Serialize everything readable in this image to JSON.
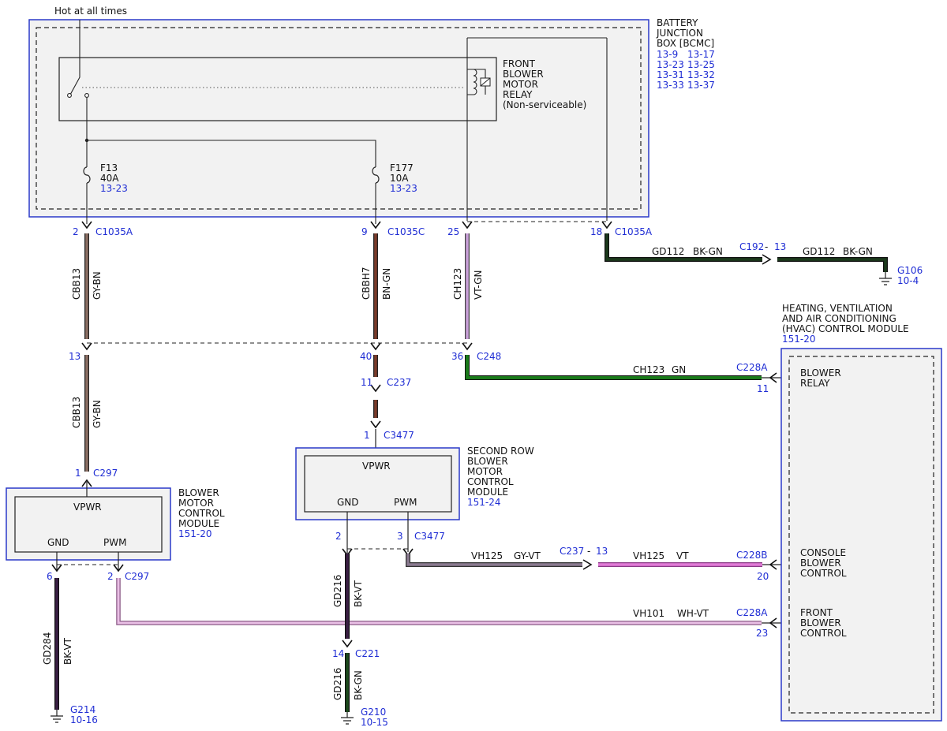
{
  "colors": {
    "blue_text": "#1f2dd4",
    "blue_border": "#2a39c9",
    "gray_fill": "#f2f2f2",
    "gy_bn": "#8b6e63",
    "bn_gn": "#7a3b2a",
    "vt_gn": "#c9a0d9",
    "gn": "#1a7a1a",
    "bk_gn": "#1c3a1c",
    "bk_vt": "#3a1f44",
    "gy_vt": "#8a7a90",
    "vt": "#e07ad6",
    "wh_vt": "#e9bfe5"
  },
  "source": {
    "hot": "Hot at all times"
  },
  "bjb": {
    "l1": "BATTERY",
    "l2": "JUNCTION",
    "l3": "BOX [BCMC]",
    "r1a": "13-9",
    "r1b": "13-17",
    "r2a": "13-23",
    "r2b": "13-25",
    "r3a": "13-31",
    "r3b": "13-32",
    "r4a": "13-33",
    "r4b": "13-37"
  },
  "relay": {
    "l1": "FRONT",
    "l2": "BLOWER",
    "l3": "MOTOR",
    "l4": "RELAY",
    "l5": "(Non-serviceable)"
  },
  "fuses": [
    {
      "name": "F13",
      "rating": "40A",
      "ref": "13-23"
    },
    {
      "name": "F177",
      "rating": "10A",
      "ref": "13-23"
    }
  ],
  "conn": {
    "c1035a_2": {
      "pin": "2",
      "name": "C1035A"
    },
    "c1035c_9": {
      "pin": "9",
      "name": "C1035C"
    },
    "c1035_25": {
      "pin": "25"
    },
    "c1035a_18": {
      "pin": "18",
      "name": "C1035A"
    },
    "c192": {
      "name": "C192",
      "pin": "13"
    },
    "c13": {
      "pin": "13"
    },
    "c40": {
      "pin": "40"
    },
    "c248": {
      "pin": "36",
      "name": "C248"
    },
    "c237": {
      "pin": "11",
      "name": "C237"
    },
    "c3477_1": {
      "pin": "1",
      "name": "C3477"
    },
    "c297_1": {
      "pin": "1",
      "name": "C297"
    },
    "c297_6": {
      "pin": "6"
    },
    "c297_2": {
      "pin": "2",
      "name": "C297"
    },
    "c3477_2": {
      "pin": "2"
    },
    "c3477_3": {
      "pin": "3",
      "name": "C3477"
    },
    "c221": {
      "pin": "14",
      "name": "C221"
    },
    "c237_13": {
      "name": "C237",
      "pin": "13"
    },
    "c228a_11": {
      "name": "C228A",
      "pin": "11"
    },
    "c228b_20": {
      "name": "C228B",
      "pin": "20"
    },
    "c228a_23": {
      "name": "C228A",
      "pin": "23"
    }
  },
  "wires": {
    "cbb13_top": {
      "circuit": "CBB13",
      "color": "GY-BN"
    },
    "cbb13_bot": {
      "circuit": "CBB13",
      "color": "GY-BN"
    },
    "cbbh7": {
      "circuit": "CBBH7",
      "color": "BN-GN"
    },
    "ch123_v": {
      "circuit": "CH123",
      "color": "VT-GN"
    },
    "ch123_h": {
      "circuit": "CH123",
      "color": "GN"
    },
    "gd112_a": {
      "circuit": "GD112",
      "color": "BK-GN"
    },
    "gd112_b": {
      "circuit": "GD112",
      "color": "BK-GN"
    },
    "gd284": {
      "circuit": "GD284",
      "color": "BK-VT"
    },
    "gd216_a": {
      "circuit": "GD216",
      "color": "BK-VT"
    },
    "gd216_b": {
      "circuit": "GD216",
      "color": "BK-GN"
    },
    "vh125_a": {
      "circuit": "VH125",
      "color": "GY-VT"
    },
    "vh125_b": {
      "circuit": "VH125",
      "color": "VT"
    },
    "vh101": {
      "circuit": "VH101",
      "color": "WH-VT"
    }
  },
  "grounds": [
    {
      "name": "G106",
      "ref": "10-4"
    },
    {
      "name": "G214",
      "ref": "10-16"
    },
    {
      "name": "G210",
      "ref": "10-15"
    }
  ],
  "hvac": {
    "l1": "HEATING, VENTILATION",
    "l2": "AND AIR CONDITIONING",
    "l3": "(HVAC) CONTROL MODULE",
    "ref": "151-20",
    "blower_relay_1": "BLOWER",
    "blower_relay_2": "RELAY",
    "console_1": "CONSOLE",
    "console_2": "BLOWER",
    "console_3": "CONTROL",
    "front_1": "FRONT",
    "front_2": "BLOWER",
    "front_3": "CONTROL"
  },
  "bmcm": {
    "l1": "BLOWER",
    "l2": "MOTOR",
    "l3": "CONTROL",
    "l4": "MODULE",
    "ref": "151-20",
    "vpwr": "VPWR",
    "gnd": "GND",
    "pwm": "PWM"
  },
  "srbm": {
    "l1": "SECOND ROW",
    "l2": "BLOWER",
    "l3": "MOTOR",
    "l4": "CONTROL",
    "l5": "MODULE",
    "ref": "151-24",
    "vpwr": "VPWR",
    "gnd": "GND",
    "pwm": "PWM"
  }
}
